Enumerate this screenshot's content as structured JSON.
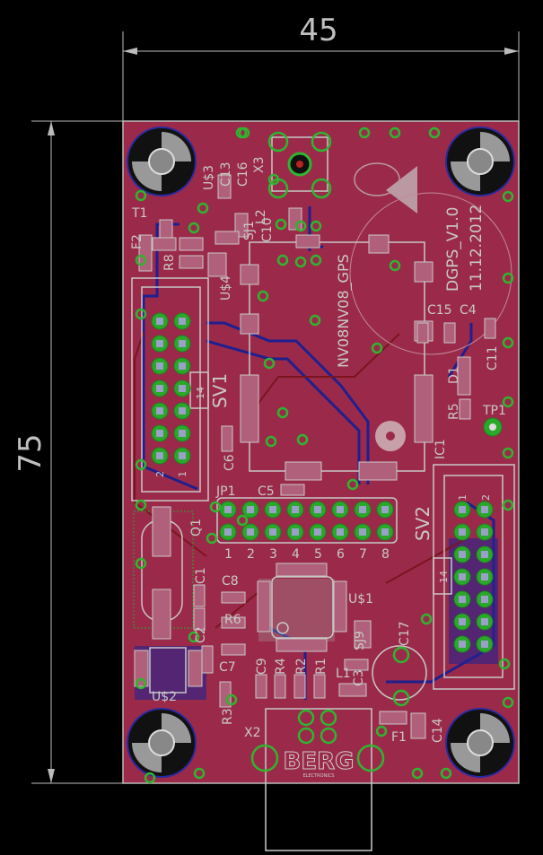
{
  "dimensions": {
    "width_label": "45",
    "height_label": "75"
  },
  "board": {
    "title": "DGPS_V1.0",
    "date": "11.12.2012",
    "gps_module": "NV08NV08_GPS",
    "logo": "BERG",
    "logo_sub": "ELECTRONICS"
  },
  "labels": {
    "u3": "U$3",
    "c13": "C13",
    "c16": "C16",
    "x3": "X3",
    "t1": "T1",
    "f2": "F2",
    "r8": "R8",
    "sj1": "SJ1",
    "l2": "L2",
    "c10": "C10",
    "u4": "U$4",
    "c15": "C15",
    "c4": "C4",
    "c11": "C11",
    "d1": "D1",
    "r5": "R5",
    "tp1": "TP1",
    "sv1": "SV1",
    "sv1_pin": "14",
    "sv1_pin1": "1",
    "sv1_pin2": "2",
    "c6": "C6",
    "ic1": "IC1",
    "jp1": "JP1",
    "c5": "C5",
    "sv2": "SV2",
    "sv2_pin1": "1",
    "sv2_pin2": "2",
    "sv2_pin14": "14",
    "q1": "Q1",
    "c1": "C1",
    "c8": "C8",
    "r6": "R6",
    "c2": "C2",
    "c7": "C7",
    "u1": "U$1",
    "sj9": "SJ9",
    "c17": "C17",
    "c9": "C9",
    "r4": "R4",
    "r2": "R2",
    "r1": "R1",
    "l1": "L1",
    "c3": "C3",
    "u2": "U$2",
    "r3": "R3",
    "x2": "X2",
    "f1": "F1",
    "c14": "C14"
  },
  "jp1_pins": [
    "1",
    "2",
    "3",
    "4",
    "5",
    "6",
    "7",
    "8"
  ],
  "colors": {
    "board": "#9b2a4a",
    "top_copper": "#7a1520",
    "bottom_copper": "#23238f",
    "pads": "#2aa82a",
    "silk": "#c8c8c8"
  }
}
